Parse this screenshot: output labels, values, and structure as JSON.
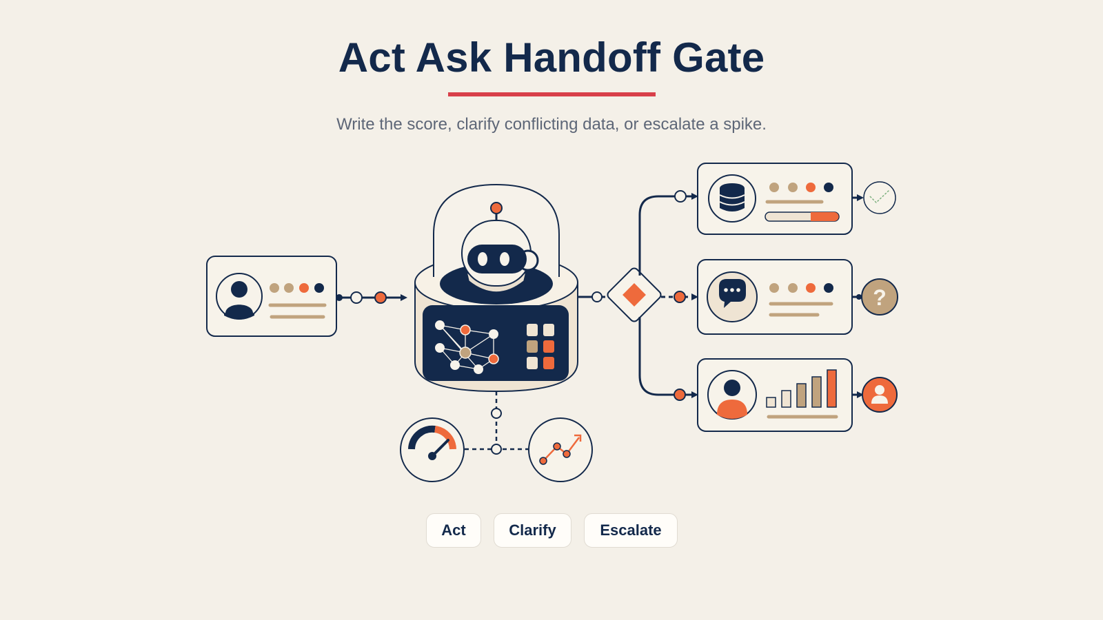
{
  "header": {
    "title": "Act Ask Handoff Gate",
    "subtitle": "Write the score, clarify conflicting data, or escalate a spike."
  },
  "actions": [
    {
      "label": "Act"
    },
    {
      "label": "Clarify"
    },
    {
      "label": "Escalate"
    }
  ],
  "colors": {
    "navy": "#13294b",
    "accent_red": "#d8404a",
    "orange": "#ee6a3c",
    "tan": "#c0a37e",
    "background": "#f4f0e8"
  },
  "icons": {
    "input_card": "person-icon",
    "agent": "robot-icon",
    "gauge": "gauge-icon",
    "trend": "trend-icon",
    "decision": "decision-diamond-icon",
    "act_card": "database-icon",
    "clarify_card": "chat-bubble-icon",
    "escalate_card": "person-chart-icon",
    "act_outcome": "check-icon",
    "clarify_outcome": "question-icon",
    "escalate_outcome": "handoff-person-icon"
  }
}
